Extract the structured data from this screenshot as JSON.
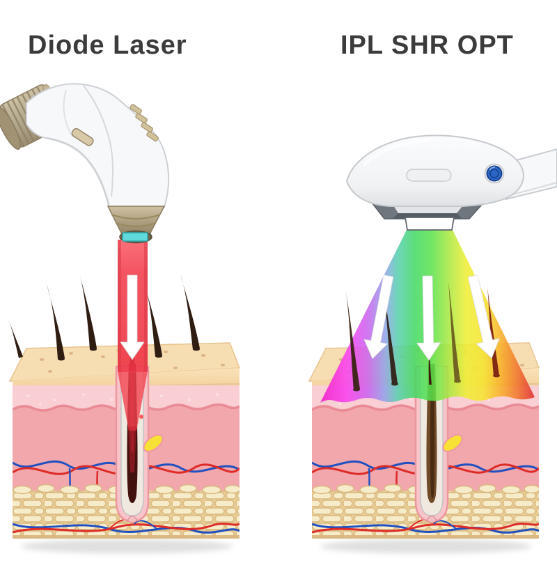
{
  "header": {
    "left_title": "Diode Laser",
    "right_title": "IPL SHR OPT"
  },
  "illustration": {
    "left_device": "diode laser handpiece",
    "right_device": "IPL SHR OPT handpiece",
    "left_beam_arrows": 1,
    "right_beam_arrows": 3
  },
  "colors": {
    "title_text": "#3b3b3b",
    "beam_red": "#f2414f",
    "beam_red_deep": "#c21f2e",
    "aperture_cyan": "#5fd9d9",
    "device_white": "#f7f8f9",
    "device_tan": "#b3a78c",
    "device_tan_dark": "#8f8165",
    "ipl_button_blue": "#2b66c6",
    "ipl_collar_gray": "#70767e",
    "skin_top_face": "#f7ddb2",
    "epidermis_light": "#fbe9c8",
    "epidermis": "#f3d09a",
    "papillary_pink": "#f9cfd3",
    "dermis_pink": "#f1a7ac",
    "dermis_rim": "#e8828e",
    "fat_bg": "#e9cd96",
    "fat_stone": "#f7ecca",
    "fat_stone_edge": "#d8b87e",
    "vessel_red": "#dd2b28",
    "vessel_blue": "#2050c0",
    "follicle_outer": "#f7c5c9",
    "follicle_edge": "#eb97a0",
    "follicle_inner": "#efe9df",
    "hair_dark": "#2f1d12",
    "hair_root_left": "#42120e",
    "hair_root_right": "#6f4a28",
    "gland_yellow": "#f8e135",
    "rainbow_magenta": "#f014c8",
    "rainbow_violet": "#8fa0ea",
    "rainbow_green": "#3fd862",
    "rainbow_yellow": "#f6e42a",
    "rainbow_orange": "#f8b024",
    "rainbow_red": "#e0262a",
    "arrow_white": "#ffffff"
  }
}
